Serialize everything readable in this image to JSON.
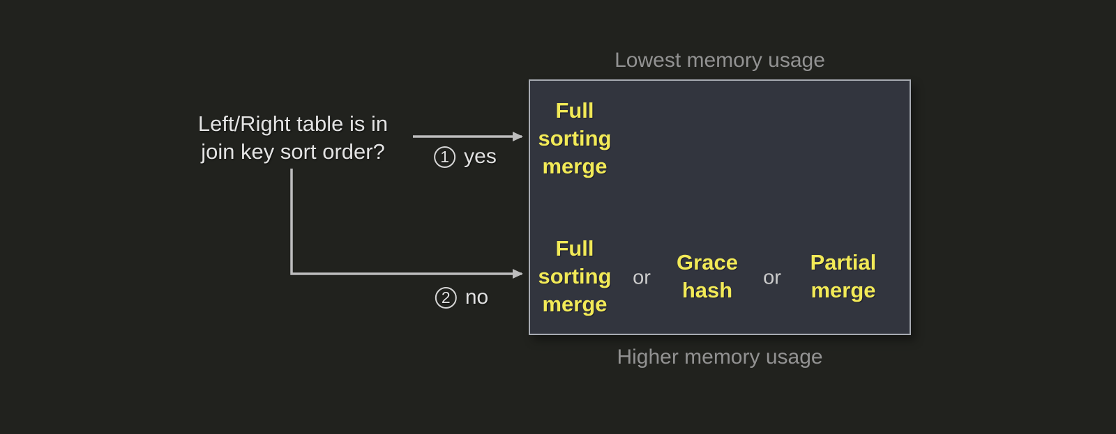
{
  "question": {
    "text": "Left/Right table is in\njoin key sort order?"
  },
  "branches": [
    {
      "number": "1",
      "label": "yes"
    },
    {
      "number": "2",
      "label": "no"
    }
  ],
  "box": {
    "top_label": "Lowest memory usage",
    "bottom_label": "Higher memory usage",
    "sorted_row": {
      "option": "Full\nsorting\nmerge"
    },
    "unsorted_row": {
      "options": [
        "Full\nsorting\nmerge",
        "Grace\nhash",
        "Partial\nmerge"
      ],
      "separator": "or"
    }
  },
  "colors": {
    "background": "#21221e",
    "box_fill": "#32353e",
    "box_border": "#a7abb2",
    "option_yellow": "#f2ea57",
    "muted_gray": "#929292",
    "text_light": "#e3e3e3",
    "arrow_gray": "#bdbdbd"
  }
}
